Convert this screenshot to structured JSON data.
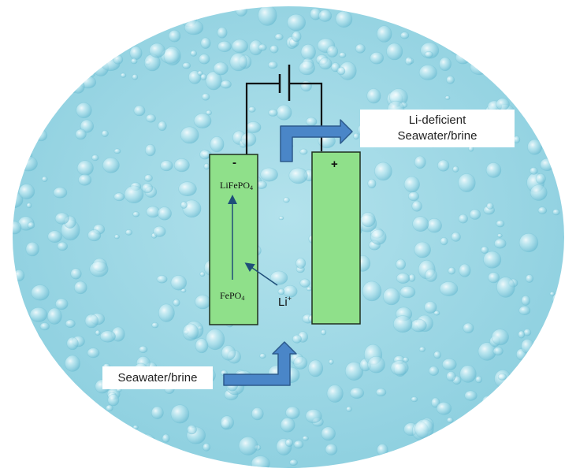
{
  "labels": {
    "outlet_line1": "Li-deficient",
    "outlet_line2": "Seawater/brine",
    "inlet": "Seawater/brine"
  },
  "electrodes": {
    "negative_sign": "-",
    "positive_sign": "+",
    "top_compound_base": "LiFePO",
    "top_compound_subscript": "4",
    "bottom_compound_base": "FePO",
    "bottom_compound_subscript": "4"
  },
  "ion": {
    "base": "Li",
    "charge": "+"
  },
  "colors": {
    "water_background": "#9fd6e3",
    "electrode_fill": "#8fe08a",
    "electrode_stroke": "#1f2f1f",
    "flow_arrow_fill": "#4a86c8",
    "flow_arrow_stroke": "#2c5a8c",
    "ion_arrow": "#1f4e79",
    "wire": "#111111"
  }
}
